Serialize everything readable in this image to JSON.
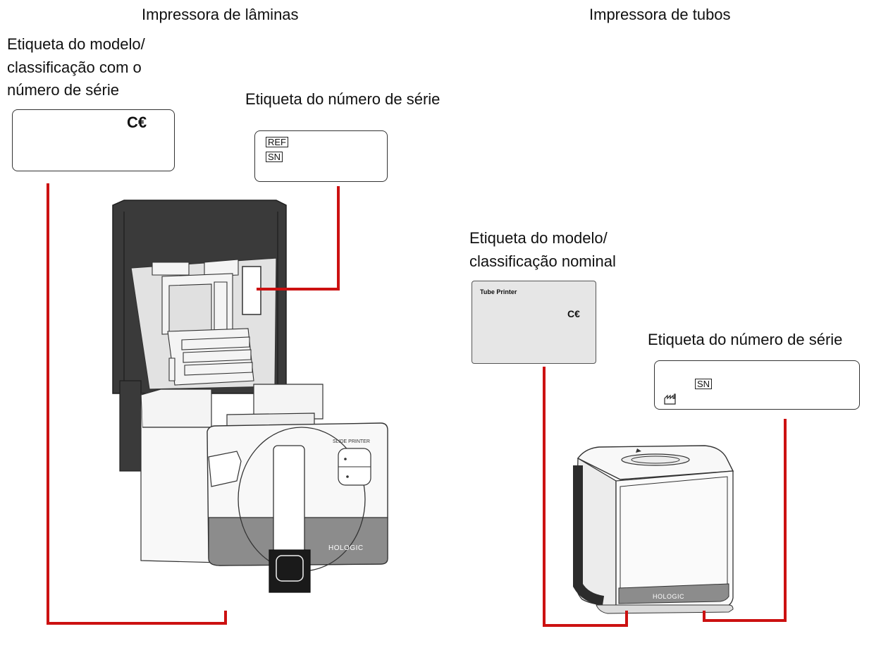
{
  "headings": {
    "slide_printer": "Impressora de lâminas",
    "tube_printer": "Impressora de tubos"
  },
  "slide_printer": {
    "rating_label_caption": [
      "Etiqueta do modelo/",
      "classificação com o",
      "número de série"
    ],
    "serial_label_caption": "Etiqueta do número de série",
    "rating_label": {
      "ce_mark": "C€"
    },
    "serial_label": {
      "ref": "REF",
      "sn": "SN"
    },
    "device_name": "SLIDE PRINTER",
    "brand": "HOLOGIC"
  },
  "tube_printer": {
    "rating_label_caption": [
      "Etiqueta do modelo/",
      "classificação nominal"
    ],
    "serial_label_caption": "Etiqueta do número de série",
    "rating_label": {
      "title": "Tube Printer",
      "ce_mark": "C€"
    },
    "serial_label": {
      "sn": "SN",
      "manufacture_icon": "date-of-manufacture-icon"
    },
    "brand": "HOLOGIC"
  },
  "colors": {
    "leader_line": "#cc1111",
    "tube_label_fill": "#e6e6e6",
    "device_dark": "#3a3a3a",
    "device_mid": "#8c8c8c"
  }
}
